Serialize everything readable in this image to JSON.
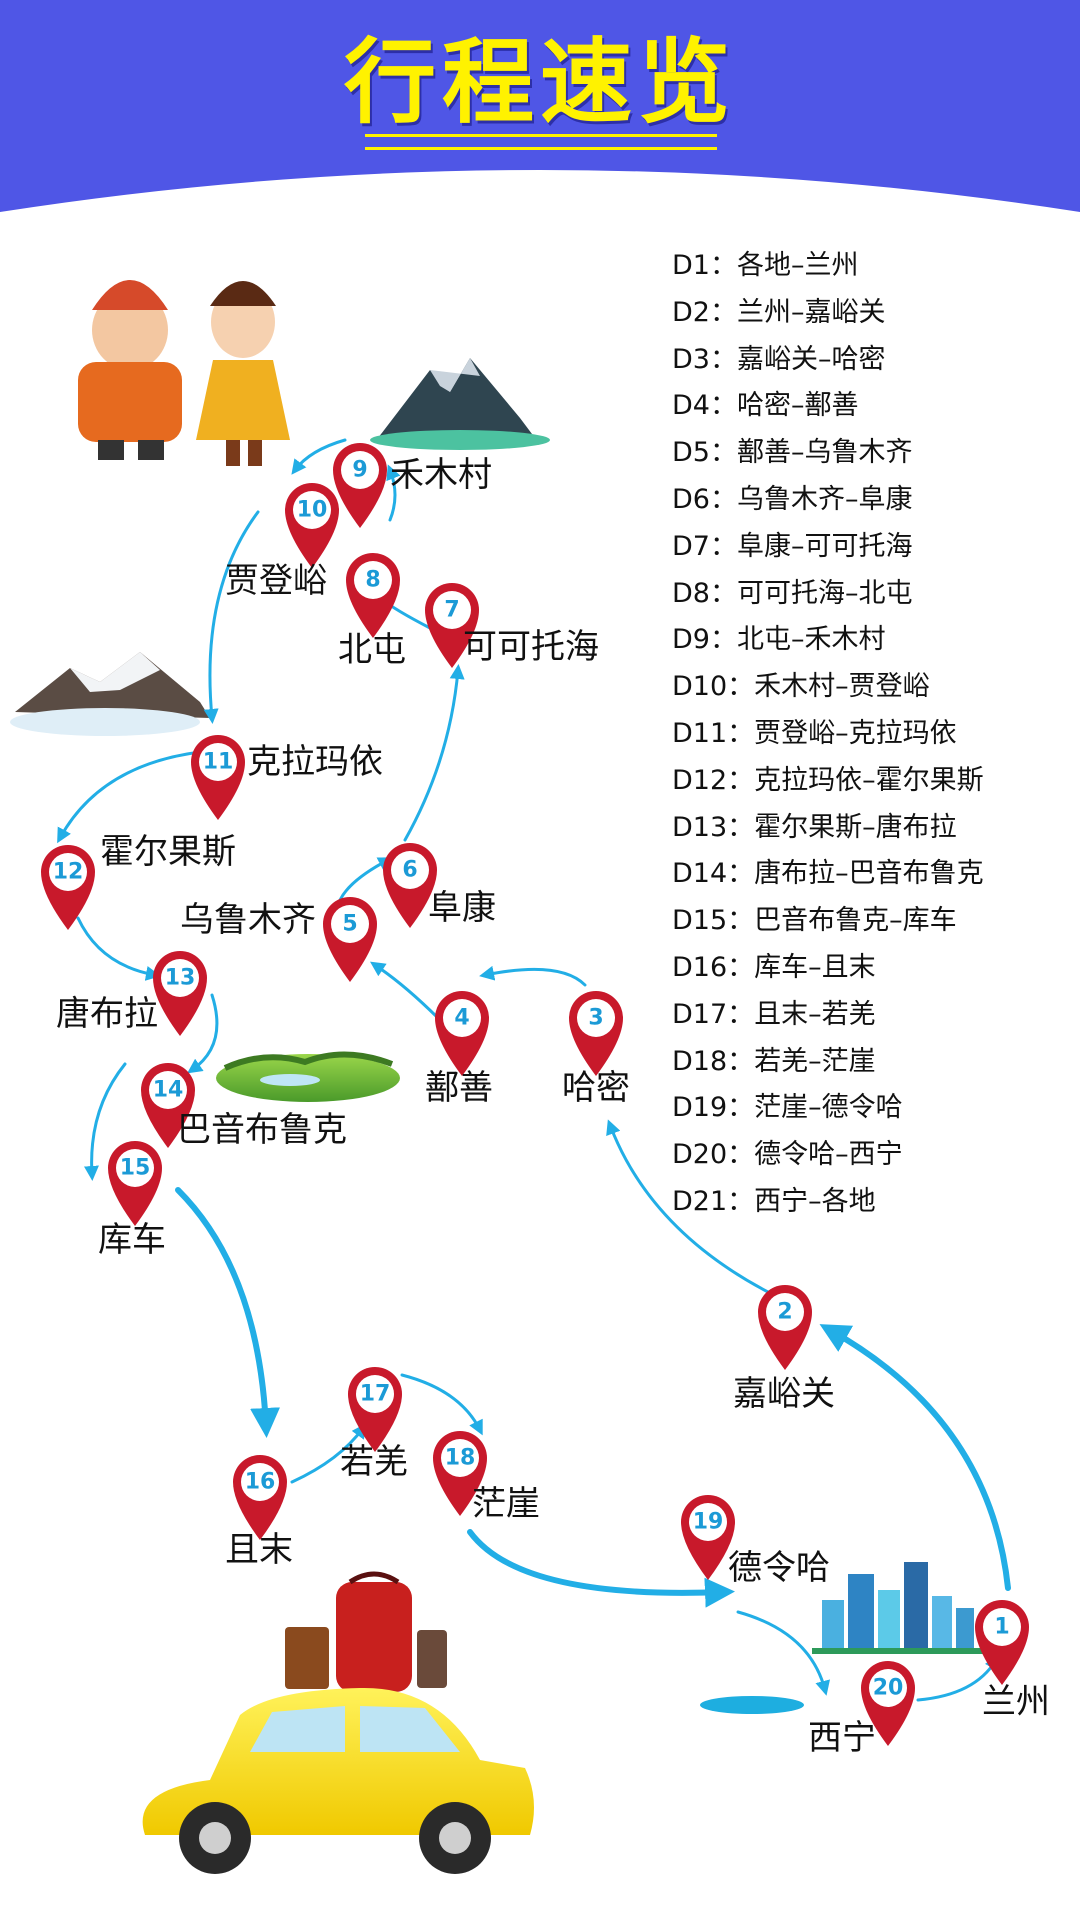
{
  "title": "行程速览",
  "itinerary": [
    {
      "day": "D1：",
      "route": "各地–兰州"
    },
    {
      "day": "D2：",
      "route": "兰州–嘉峪关"
    },
    {
      "day": "D3：",
      "route": "嘉峪关–哈密"
    },
    {
      "day": "D4：",
      "route": "哈密–鄯善"
    },
    {
      "day": "D5：",
      "route": "鄯善–乌鲁木齐"
    },
    {
      "day": "D6：",
      "route": "乌鲁木齐–阜康"
    },
    {
      "day": "D7：",
      "route": "阜康–可可托海"
    },
    {
      "day": "D8：",
      "route": "可可托海–北屯"
    },
    {
      "day": "D9：",
      "route": "北屯–禾木村"
    },
    {
      "day": "D10：",
      "route": "禾木村–贾登峪"
    },
    {
      "day": "D11：",
      "route": "贾登峪–克拉玛依"
    },
    {
      "day": "D12：",
      "route": "克拉玛依–霍尔果斯"
    },
    {
      "day": "D13：",
      "route": "霍尔果斯–唐布拉"
    },
    {
      "day": "D14：",
      "route": "唐布拉–巴音布鲁克"
    },
    {
      "day": "D15：",
      "route": "巴音布鲁克–库车"
    },
    {
      "day": "D16：",
      "route": "库车–且末"
    },
    {
      "day": "D17：",
      "route": "且末–若羌"
    },
    {
      "day": "D18：",
      "route": "若羌–茫崖"
    },
    {
      "day": "D19：",
      "route": "茫崖–德令哈"
    },
    {
      "day": "D20：",
      "route": "德令哈–西宁"
    },
    {
      "day": "D21：",
      "route": "西宁–各地"
    }
  ],
  "stops": [
    {
      "num": "1",
      "name": "兰州"
    },
    {
      "num": "2",
      "name": "嘉峪关"
    },
    {
      "num": "3",
      "name": "哈密"
    },
    {
      "num": "4",
      "name": "鄯善"
    },
    {
      "num": "5",
      "name": "乌鲁木齐"
    },
    {
      "num": "6",
      "name": "阜康"
    },
    {
      "num": "7",
      "name": "可可托海"
    },
    {
      "num": "8",
      "name": "北屯"
    },
    {
      "num": "9",
      "name": "禾木村"
    },
    {
      "num": "10",
      "name": "贾登峪"
    },
    {
      "num": "11",
      "name": "克拉玛依"
    },
    {
      "num": "12",
      "name": "霍尔果斯"
    },
    {
      "num": "13",
      "name": "唐布拉"
    },
    {
      "num": "14",
      "name": "巴音布鲁克"
    },
    {
      "num": "15",
      "name": "库车"
    },
    {
      "num": "16",
      "name": "且末"
    },
    {
      "num": "17",
      "name": "若羌"
    },
    {
      "num": "18",
      "name": "茫崖"
    },
    {
      "num": "19",
      "name": "德令哈"
    },
    {
      "num": "20",
      "name": "西宁"
    }
  ],
  "colors": {
    "header": "#4f56e6",
    "title": "#fff200",
    "pin": "#c8192b",
    "pin_number": "#1b9ad6",
    "route": "#22aee6"
  }
}
